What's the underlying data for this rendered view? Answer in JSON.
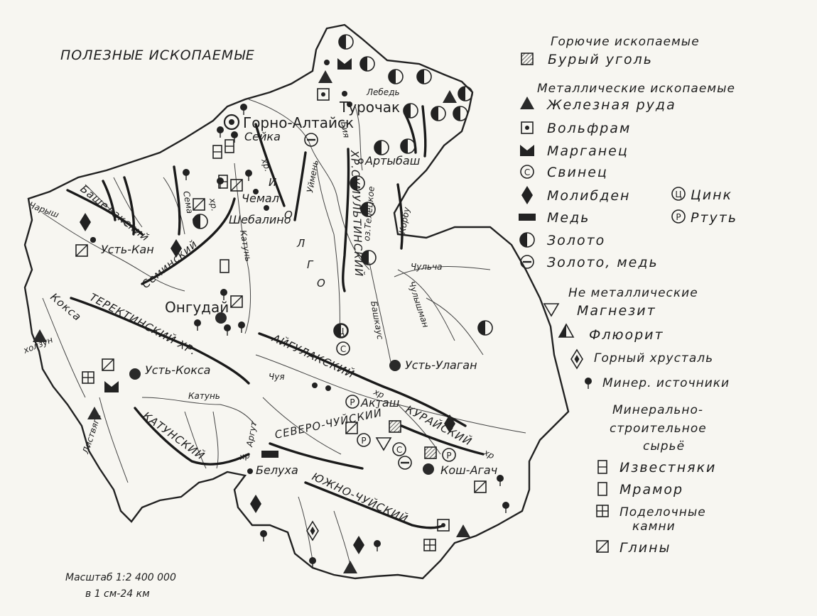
{
  "map": {
    "title": "ПОЛЕЗНЫЕ ИСКОПАЕМЫЕ",
    "cities": {
      "gorno_altaisk": "Горно-Алтайск",
      "turochak": "Турочак",
      "seika": "Сейка",
      "artybash": "Артыбаш",
      "chemal": "Чемал",
      "shebalino": "Шебалино",
      "ust_kan": "Усть-Кан",
      "ongudai": "Онгудай",
      "ust_koksa": "Усть-Кокса",
      "ust_ulagan": "Усть-Улаган",
      "aktash": "Акташ",
      "kosh_agach": "Кош-Агач",
      "belukha": "Белуха"
    },
    "ridges": {
      "bashelaksky": "Башелакский",
      "seminsky": "Семинский",
      "terektinsky": "ТЕРЕКТИНСКИЙ ХР.",
      "katunsky": "КАТУНСКИЙ",
      "katunsky_suffix": "хр",
      "aigulaksky": "АЙГУЛАКСКИЙ",
      "aigulaksky_suffix": "хр",
      "kuraisky": "КУРАЙСКИЙ",
      "kuraisky_suffix": "хр",
      "severo_chuisky": "СЕВЕРО-ЧУЙСКИЙ",
      "yuzhno_chuisky": "ЮЖНО-ЧУЙСКИЙ",
      "sumultinsky": "ХР.СУМУЛЬТИНСКИЙ",
      "iolgo_1": "хр.",
      "iolgo_2": "И",
      "iolgo_3": "О",
      "iolgo_4": "Л",
      "iolgo_5": "Г",
      "iolgo_6": "О",
      "sema_hr": "хр."
    },
    "rivers": {
      "lebed": "Лебедь",
      "biya": "Бия",
      "uimen": "Уймень",
      "pyzhan": "оз.Телецкое",
      "chulcha": "Чульча",
      "chulyshman": "Чулышман",
      "bashkaus": "Башкаус",
      "korbu": "Корбу",
      "katun_1": "Катунь",
      "katun_2": "Катунь",
      "sema": "Сема",
      "charysh": "Чарыш",
      "koksa": "Кокса",
      "kholzun": "холзун",
      "listvyaga": "Листвяга",
      "chuya": "Чуя",
      "argut": "Аргут"
    },
    "scale_label": "Масштаб 1:2 400 000",
    "scale_note": "в 1 см-24 км"
  },
  "legend": {
    "fuel_heading": "Горючие ископаемые",
    "brown_coal": "Бурый уголь",
    "metal_heading": "Металлические ископаемые",
    "iron": "Железная руда",
    "tungsten": "Вольфрам",
    "manganese": "Марганец",
    "lead": "Свинец",
    "molybdenum": "Молибден",
    "zinc": "Цинк",
    "copper": "Медь",
    "mercury": "Ртуть",
    "gold": "Золото",
    "gold_copper": "Золото, медь",
    "nonmetal_heading": "Не металлические",
    "magnesite": "Магнезит",
    "fluorite": "Флюорит",
    "rock_crystal": "Горный хрусталь",
    "mineral_springs": "Минер. источники",
    "building_heading_1": "Минерально-",
    "building_heading_2": "строительное",
    "building_heading_3": "сырьё",
    "limestone": "Известняки",
    "marble": "Мрамор",
    "ornamental_stones": "Поделочные",
    "ornamental_stones_2": "камни",
    "clays": "Глины"
  }
}
